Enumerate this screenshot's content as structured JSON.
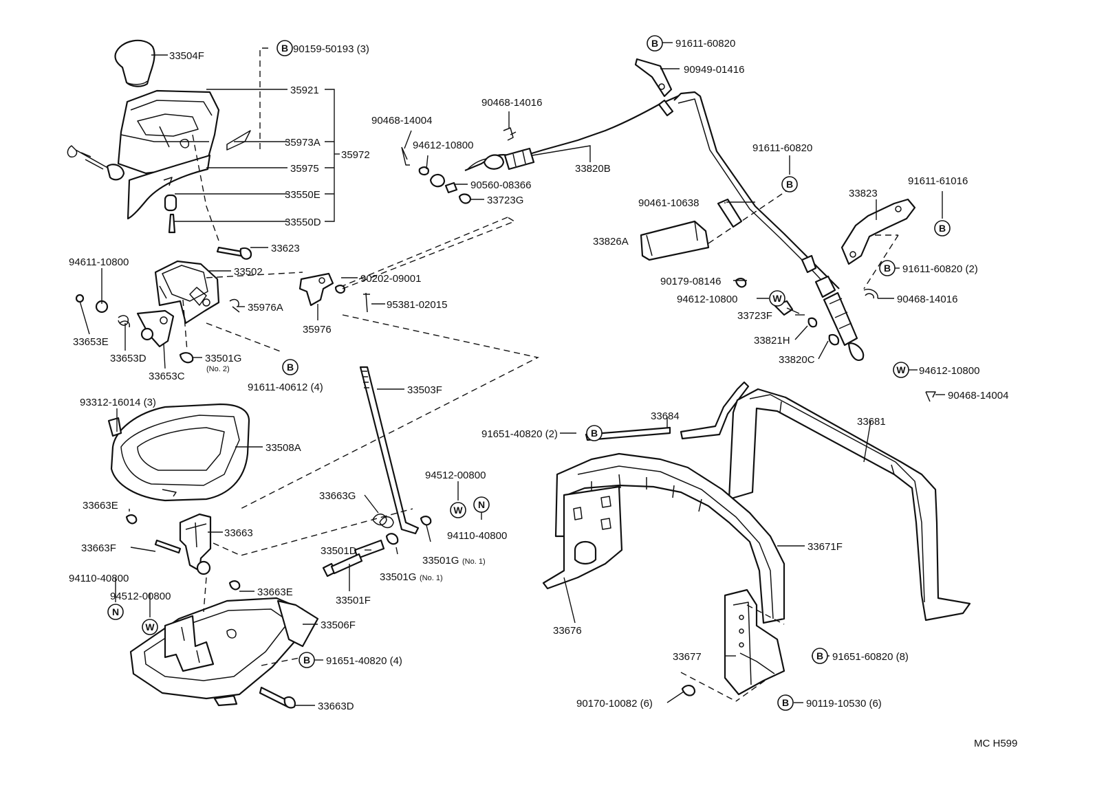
{
  "diagram": {
    "drawing_code": "MC H599",
    "badges": {
      "bolt": "B",
      "washer": "W",
      "nut": "N"
    },
    "parts": {
      "p33504F": "33504F",
      "p90159": "90159-50193 (3)",
      "p35921": "35921",
      "p35973A": "35973A",
      "p35972": "35972",
      "p35975": "35975",
      "p33550E": "33550E",
      "p33550D": "33550D",
      "p33623": "33623",
      "p94611": "94611-10800",
      "p33502": "33502",
      "p35976A": "35976A",
      "p33653E": "33653E",
      "p33653D": "33653D",
      "p33653C": "33653C",
      "p33501G": "33501G",
      "p33501G_no2": "(No. 2)",
      "p91611_40612": "91611-40612 (4)",
      "p90202": "90202-09001",
      "p35976": "35976",
      "p95381": "95381-02015",
      "p90468_14004_top": "90468-14004",
      "p94612_top": "94612-10800",
      "p90468_14016_top": "90468-14016",
      "p90560": "90560-08366",
      "p33723G": "33723G",
      "p33820B": "33820B",
      "p91611_60820_top": "91611-60820",
      "p90949": "90949-01416",
      "p91611_60820_mid": "91611-60820",
      "p90461": "90461-10638",
      "p33826A": "33826A",
      "p33823": "33823",
      "p91611_61016": "91611-61016",
      "p91611_60820_2": "91611-60820 (2)",
      "p90179": "90179-08146",
      "p94612_mid": "94612-10800",
      "p90468_14016_right": "90468-14016",
      "p33723F": "33723F",
      "p33821H": "33821H",
      "p33820C": "33820C",
      "p94612_right": "94612-10800",
      "p90468_14004_right": "90468-14004",
      "p93312": "93312-16014 (3)",
      "p33508A": "33508A",
      "p33503F": "33503F",
      "p33663E_a": "33663E",
      "p33663": "33663",
      "p33663F": "33663F",
      "p33663G": "33663G",
      "p94512_mid": "94512-00800",
      "p94110_mid": "94110-40800",
      "p33501D": "33501D",
      "p33501G_b": "33501G",
      "p33501G_b_no1": "(No. 1)",
      "p33501G_c": "33501G",
      "p33501G_c_no1": "(No. 1)",
      "p33501F": "33501F",
      "p94110_left": "94110-40800",
      "p94512_left": "94512-00800",
      "p33663E_b": "33663E",
      "p33506F": "33506F",
      "p91651_40820_4": "91651-40820 (4)",
      "p33663D": "33663D",
      "p91651_40820_2": "91651-40820 (2)",
      "p33684": "33684",
      "p33681": "33681",
      "p33671F": "33671F",
      "p33676": "33676",
      "p33677": "33677",
      "p91651_60820": "91651-60820 (8)",
      "p90170": "90170-10082 (6)",
      "p90119": "90119-10530 (6)"
    }
  }
}
